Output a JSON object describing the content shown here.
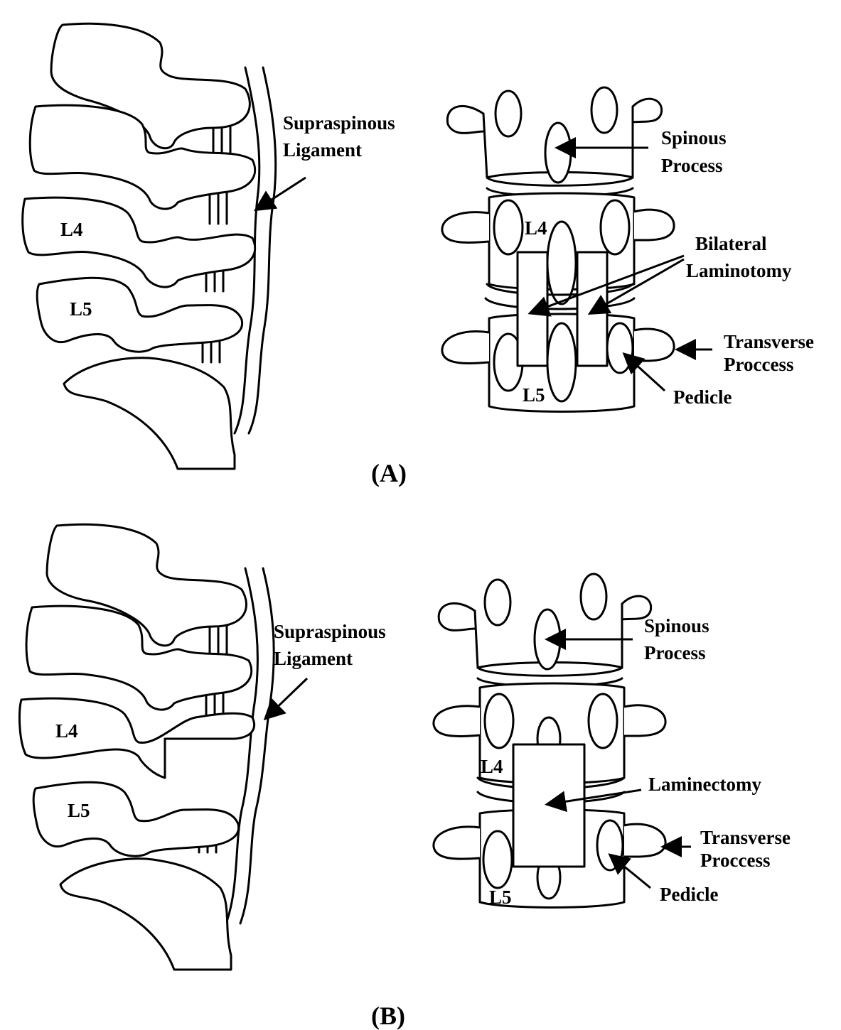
{
  "panels": [
    {
      "label": "(A)",
      "lateral": {
        "vertebra_labels": [
          "L4",
          "L5"
        ],
        "ligament_label": [
          "Supraspinous",
          "Ligament"
        ]
      },
      "posterior": {
        "vertebra_labels": [
          "L4",
          "L5"
        ],
        "spinous_label": [
          "Spinous",
          "Process"
        ],
        "procedure_label": [
          "Bilateral",
          "Laminotomy"
        ],
        "transverse_label": [
          "Transverse",
          "Proccess"
        ],
        "pedicle_label": "Pedicle"
      }
    },
    {
      "label": "(B)",
      "lateral": {
        "vertebra_labels": [
          "L4",
          "L5"
        ],
        "ligament_label": [
          "Supraspinous",
          "Ligament"
        ]
      },
      "posterior": {
        "vertebra_labels": [
          "L4",
          "L5"
        ],
        "spinous_label": [
          "Spinous",
          "Process"
        ],
        "procedure_label": [
          "Laminectomy"
        ],
        "transverse_label": [
          "Transverse",
          "Proccess"
        ],
        "pedicle_label": "Pedicle"
      }
    }
  ]
}
